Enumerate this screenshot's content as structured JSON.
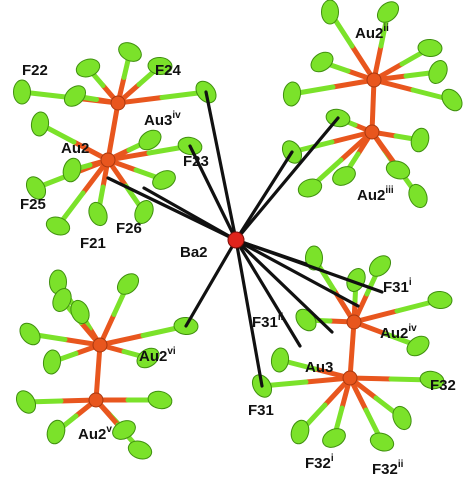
{
  "colors": {
    "background": "#ffffff",
    "gold_atom": "#e8561e",
    "gold_bond": "#e8561e",
    "fluorine_atom": "#7be22a",
    "fluorine_outline": "#3f8f0e",
    "barium_atom": "#e0241c",
    "ba_contact_line": "#111111",
    "label": "#111111"
  },
  "labels": [
    {
      "id": "F22",
      "base": "F22",
      "sup": ""
    },
    {
      "id": "F24",
      "base": "F24",
      "sup": ""
    },
    {
      "id": "Au3iv",
      "base": "Au3",
      "sup": "iv"
    },
    {
      "id": "Au2",
      "base": "Au2",
      "sup": ""
    },
    {
      "id": "F23",
      "base": "F23",
      "sup": ""
    },
    {
      "id": "F25",
      "base": "F25",
      "sup": ""
    },
    {
      "id": "F26",
      "base": "F26",
      "sup": ""
    },
    {
      "id": "F21",
      "base": "F21",
      "sup": ""
    },
    {
      "id": "Ba2",
      "base": "Ba2",
      "sup": ""
    },
    {
      "id": "Au2ii",
      "base": "Au2",
      "sup": "ii"
    },
    {
      "id": "Au2iii",
      "base": "Au2",
      "sup": "iii"
    },
    {
      "id": "F31i",
      "base": "F31",
      "sup": "i"
    },
    {
      "id": "F31ii",
      "base": "F31",
      "sup": "ii"
    },
    {
      "id": "Au2iv",
      "base": "Au2",
      "sup": "iv"
    },
    {
      "id": "Au3",
      "base": "Au3",
      "sup": ""
    },
    {
      "id": "F32",
      "base": "F32",
      "sup": ""
    },
    {
      "id": "F31",
      "base": "F31",
      "sup": ""
    },
    {
      "id": "F32i",
      "base": "F32",
      "sup": "i"
    },
    {
      "id": "F32ii",
      "base": "F32",
      "sup": "ii"
    },
    {
      "id": "Au2vi",
      "base": "Au2",
      "sup": "vi"
    },
    {
      "id": "Au2v",
      "base": "Au2",
      "sup": "v"
    }
  ]
}
